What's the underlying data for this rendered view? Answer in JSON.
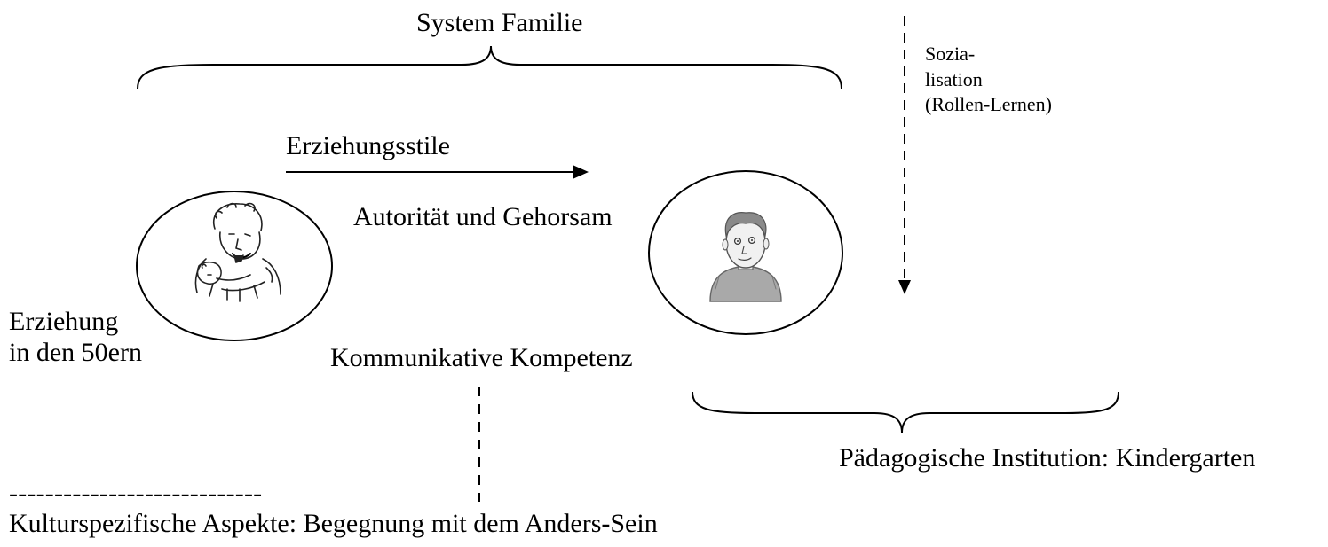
{
  "labels": {
    "system_family": "System Familie",
    "socialization": "Sozia-\nlisation\n(Rollen-Lernen)",
    "parenting_styles": "Erziehungsstile",
    "authority": "Autorität und Gehorsam",
    "education_50s": "Erziehung\nin den 50ern",
    "communicative": "Kommunikative Kompetenz",
    "institution": "Pädagogische Institution: Kindergarten",
    "dash_rule": "----------------------------",
    "cultural": "Kulturspezifische Aspekte: Begegnung mit dem Anders-Sein"
  },
  "figures": {
    "parent_icon": "parent-sketch-icon",
    "child_icon": "child-sketch-icon"
  }
}
